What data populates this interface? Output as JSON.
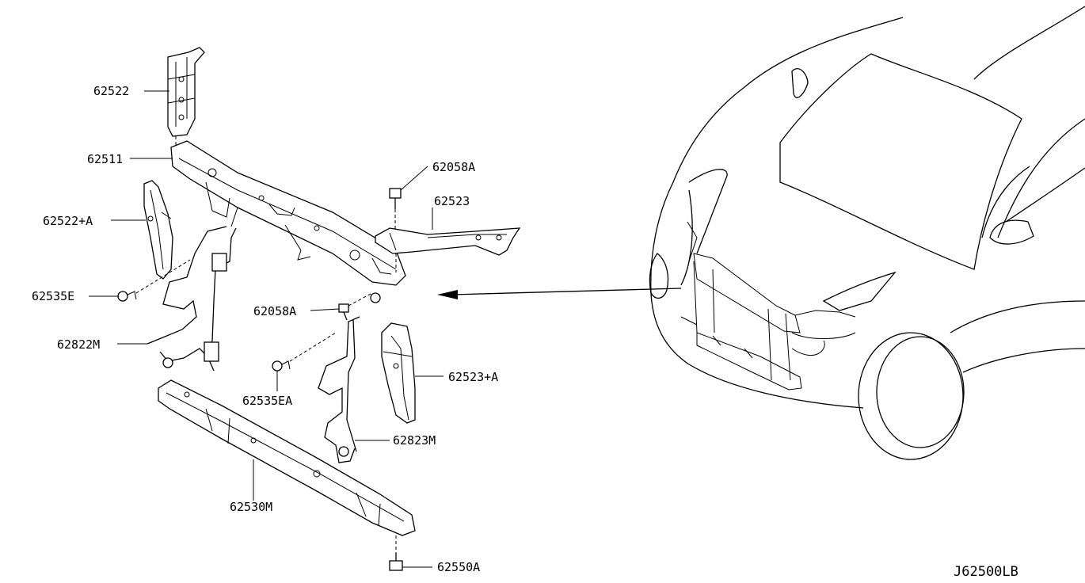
{
  "diagram": {
    "code": "J62500LB",
    "labels": {
      "p62522": "62522",
      "p62511": "62511",
      "p62522a": "62522+A",
      "p62535e": "62535E",
      "p62822m": "62822M",
      "p62058a_top": "62058A",
      "p62523": "62523",
      "p62058a_mid": "62058A",
      "p62535ea": "62535EA",
      "p62523a": "62523+A",
      "p62823m": "62823M",
      "p62530m": "62530M",
      "p62550a": "62550A"
    }
  }
}
